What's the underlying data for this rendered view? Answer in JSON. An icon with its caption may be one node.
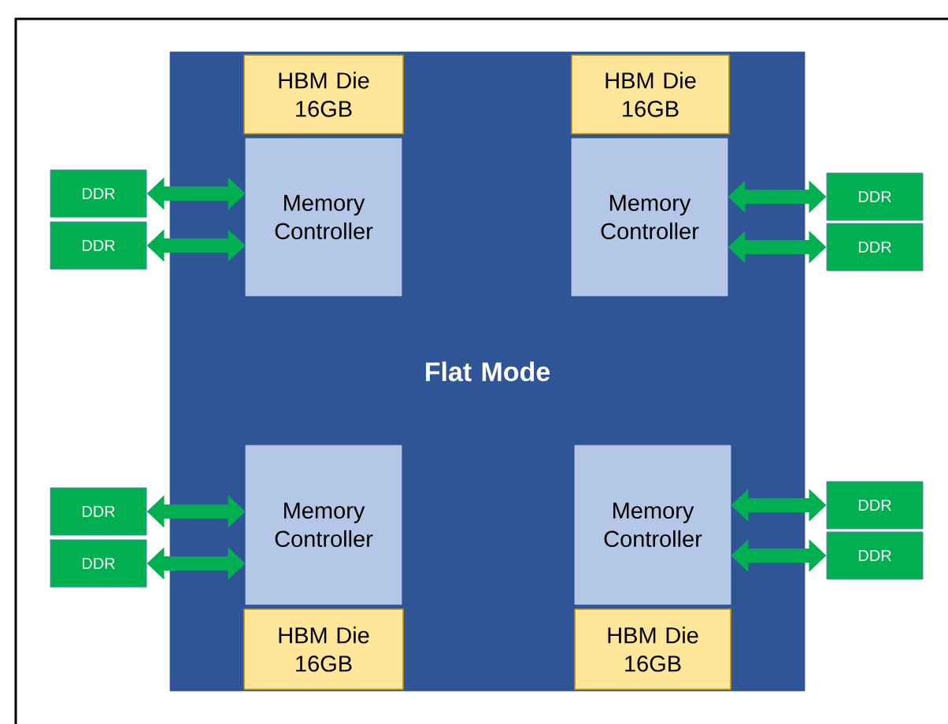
{
  "diagram": {
    "nodes": [
      {
        "text": [
          "Flat Mode"
        ]
      },
      {
        "text": [
          "HBM Die 16GB"
        ],
        "in": 0
      },
      {
        "text": [
          "HBM Die 16GB"
        ],
        "in": 0
      },
      {
        "text": [
          "DDR"
        ]
      },
      {
        "text": [
          "DDR"
        ]
      },
      {
        "text": [
          "Memory Controller"
        ],
        "in": 0
      },
      {
        "text": [
          "Memory Controller"
        ],
        "in": 0
      },
      {
        "text": [
          "DDR"
        ]
      },
      {
        "text": [
          "DDR"
        ]
      },
      {
        "text": [
          "Memory Controller"
        ],
        "in": 0
      },
      {
        "text": [
          "Memory Controller"
        ],
        "in": 0
      },
      {
        "text": [
          "DDR"
        ]
      },
      {
        "text": [
          "DDR"
        ]
      },
      {
        "text": [
          "DDR"
        ]
      },
      {
        "text": [
          "DDR"
        ]
      },
      {
        "text": [
          "HBM Die 16GB"
        ],
        "in": 0
      },
      {
        "text": [
          "HBM Die 16GB"
        ],
        "in": 0
      }
    ],
    "edges": [
      {
        "from": 3,
        "to": 5,
        "arrow": "both"
      },
      {
        "from": 4,
        "to": 5,
        "arrow": "both"
      },
      {
        "from": 7,
        "to": 6,
        "arrow": "both"
      },
      {
        "from": 8,
        "to": 6,
        "arrow": "both"
      },
      {
        "from": 11,
        "to": 9,
        "arrow": "both"
      },
      {
        "from": 12,
        "to": 9,
        "arrow": "both"
      },
      {
        "from": 13,
        "to": 10,
        "arrow": "both"
      },
      {
        "from": 14,
        "to": 10,
        "arrow": "both"
      }
    ]
  }
}
